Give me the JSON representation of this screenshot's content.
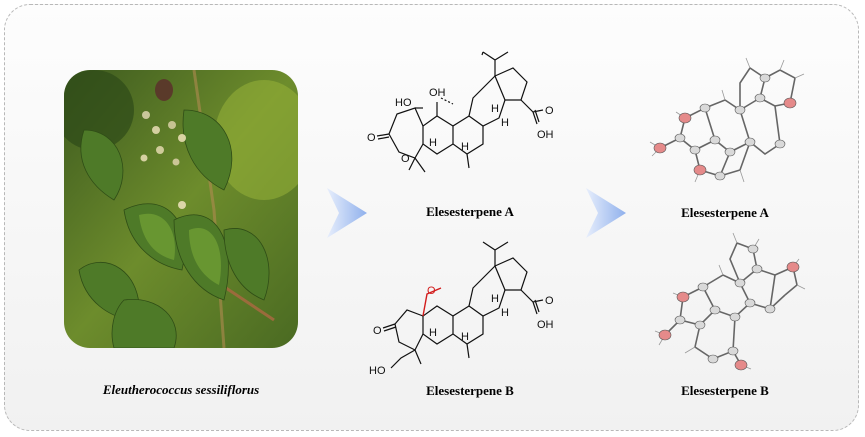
{
  "photo": {
    "caption": "Eleutherococcus sessiliflorus",
    "subject": "plant-photo"
  },
  "compounds": [
    {
      "id": "A",
      "name": "Elesesterpene A",
      "crystal_label": "Elesesterpene A",
      "labels": {
        "oh_left": "HO",
        "oh_right": "OH",
        "h1": "H",
        "h2": "H",
        "h3": "H",
        "h4": "H",
        "acid_o": "O",
        "acid_oh": "OH",
        "ring_o": "O",
        "carbonyl_o": "O"
      }
    },
    {
      "id": "B",
      "name": "Elesesterpene B",
      "crystal_label": "Elesesterpene B",
      "labels": {
        "bridge_o": "O",
        "h1": "H",
        "h2": "H",
        "h3": "H",
        "h4": "H",
        "acid_o": "O",
        "acid_oh": "OH",
        "carbonyl_o": "O",
        "ch2oh": "HO"
      }
    }
  ],
  "colors": {
    "arrow": "#8fb0ec",
    "arrow_light": "#e7eefc",
    "highlight_bond": "#d21c1c",
    "thermal_oxygen": "#e58a8a",
    "thermal_carbon": "#d9d9d9"
  }
}
